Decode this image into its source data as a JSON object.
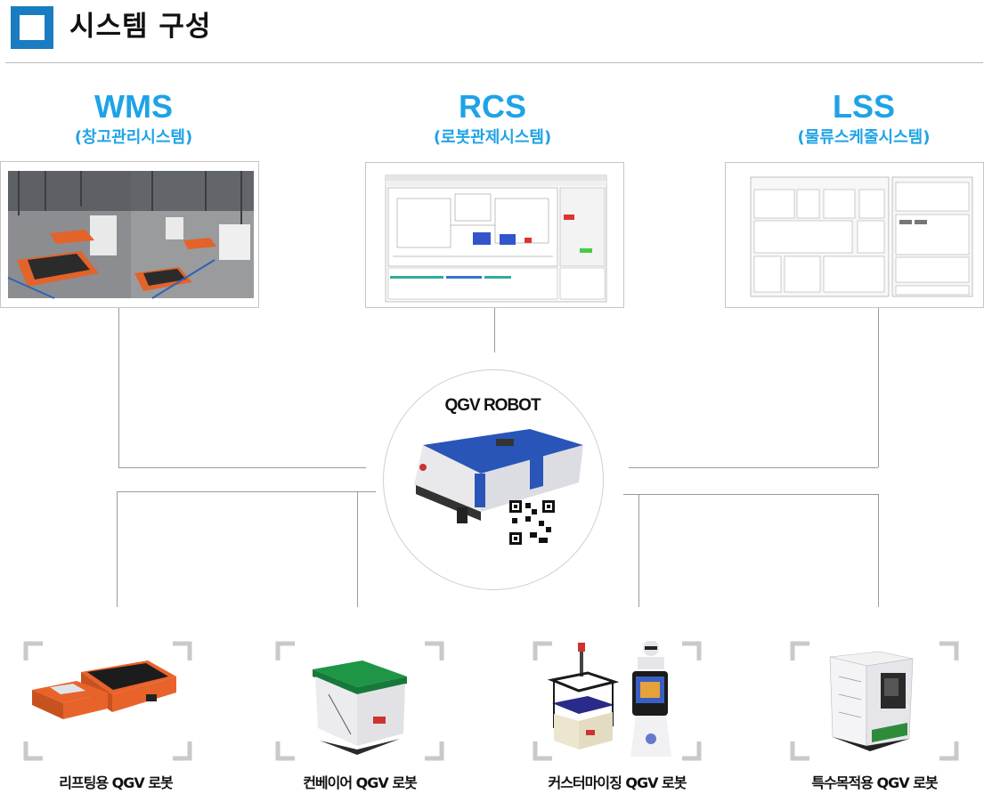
{
  "header": {
    "title": "시스템 구성"
  },
  "systems": [
    {
      "name": "WMS",
      "subtitle": "(창고관리시스템)"
    },
    {
      "name": "RCS",
      "subtitle": "(로봇관제시스템)"
    },
    {
      "name": "LSS",
      "subtitle": "(물류스케줄시스템)"
    }
  ],
  "center": {
    "label": "QGV ROBOT"
  },
  "robots": [
    {
      "label": "리프팅용 QGV 로봇"
    },
    {
      "label": "컨베이어 QGV 로봇"
    },
    {
      "label": "커스터마이징 QGV 로봇"
    },
    {
      "label": "특수목적용 QGV 로봇"
    }
  ],
  "colors": {
    "accent": "#1ea3e6",
    "header_box": "#1a7dc2",
    "robot_orange": "#e8632a",
    "robot_blue": "#2a55b8"
  }
}
